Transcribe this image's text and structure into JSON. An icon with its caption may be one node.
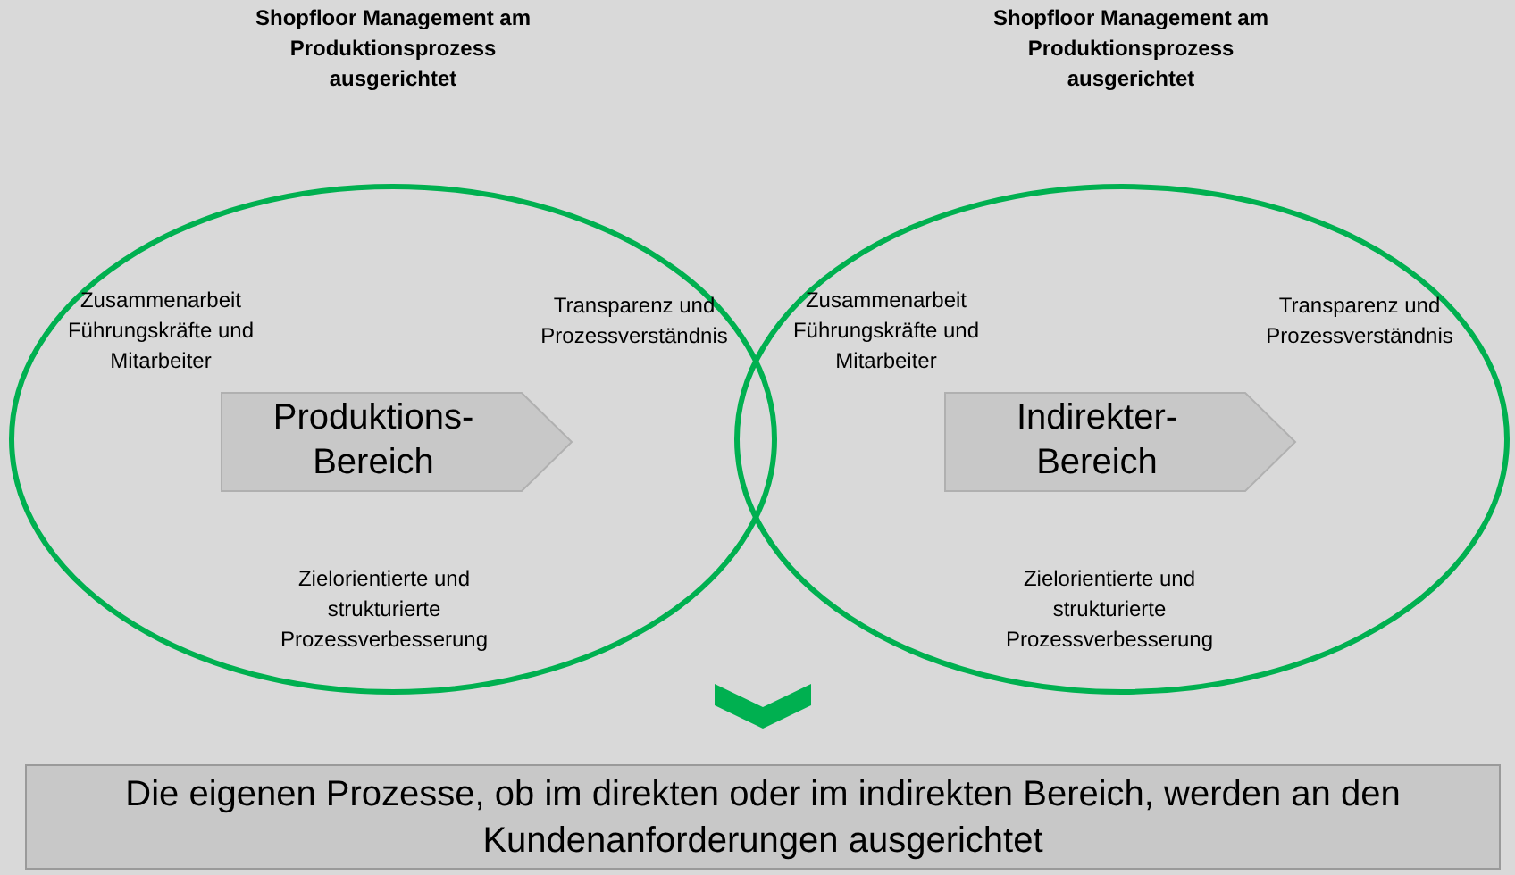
{
  "diagram": {
    "nodes": [
      {
        "text": [
          "Zusammenarbeit Führungskräfte und Mitarbeiter",
          "Transparenz und Prozessverständnis",
          "Zielorientierte und strukturierte Prozessverbesserung"
        ]
      },
      {
        "text": [
          "Produktions- Bereich"
        ],
        "in": 0
      },
      {
        "text": [
          "Zusammenarbeit Führungskräfte und Mitarbeiter",
          "Transparenz und Prozessverständnis",
          "Zielorientierte und strukturierte Prozessverbesserung"
        ]
      },
      {
        "text": [
          "Indirekter- Bereich"
        ],
        "in": 2
      },
      {
        "text": [
          "Die eigenen Prozesse, ob im direkten oder im indirekten Bereich, werden an den Kundenanforderungen ausgerichtet"
        ]
      }
    ],
    "edges": [
      {
        "from": null,
        "to": 4,
        "arrow": "to",
        "color": "#00b050"
      }
    ],
    "labels": [
      "Shopfloor Management am Produktionsprozess ausgerichtet",
      "Shopfloor Management am Produktionsprozess ausgerichtet"
    ]
  }
}
